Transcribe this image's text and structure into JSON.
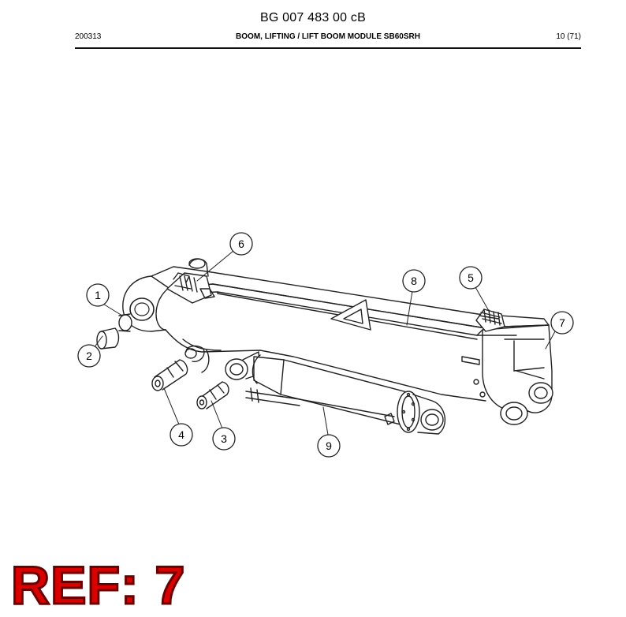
{
  "header": {
    "doc_number": "BG 007 483 00 cB",
    "date_code": "200313",
    "section_title": "BOOM, LIFTING / LIFT BOOM MODULE SB60SRH",
    "page": "10 (71)"
  },
  "callouts": [
    "1",
    "2",
    "3",
    "4",
    "5",
    "6",
    "7",
    "8",
    "9"
  ],
  "ref_label": "REF: 7"
}
